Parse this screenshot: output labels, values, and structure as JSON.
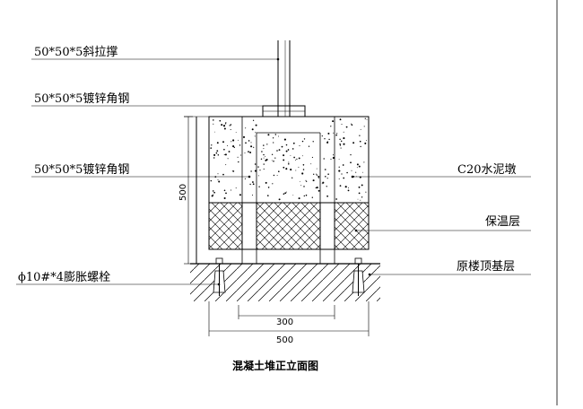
{
  "title": "混凝土堆正立面图",
  "labels": {
    "brace": "50*50*5斜拉撑",
    "angle_top": "50*50*5镀锌角钢",
    "angle_mid": "50*50*5镀锌角钢",
    "bolt": "ϕ10#*4膨胀螺栓",
    "pier": "C20水泥墩",
    "insulation": "保温层",
    "base": "原楼顶基层"
  },
  "dimensions": {
    "height": "500",
    "inner_width": "300",
    "outer_width": "500"
  }
}
